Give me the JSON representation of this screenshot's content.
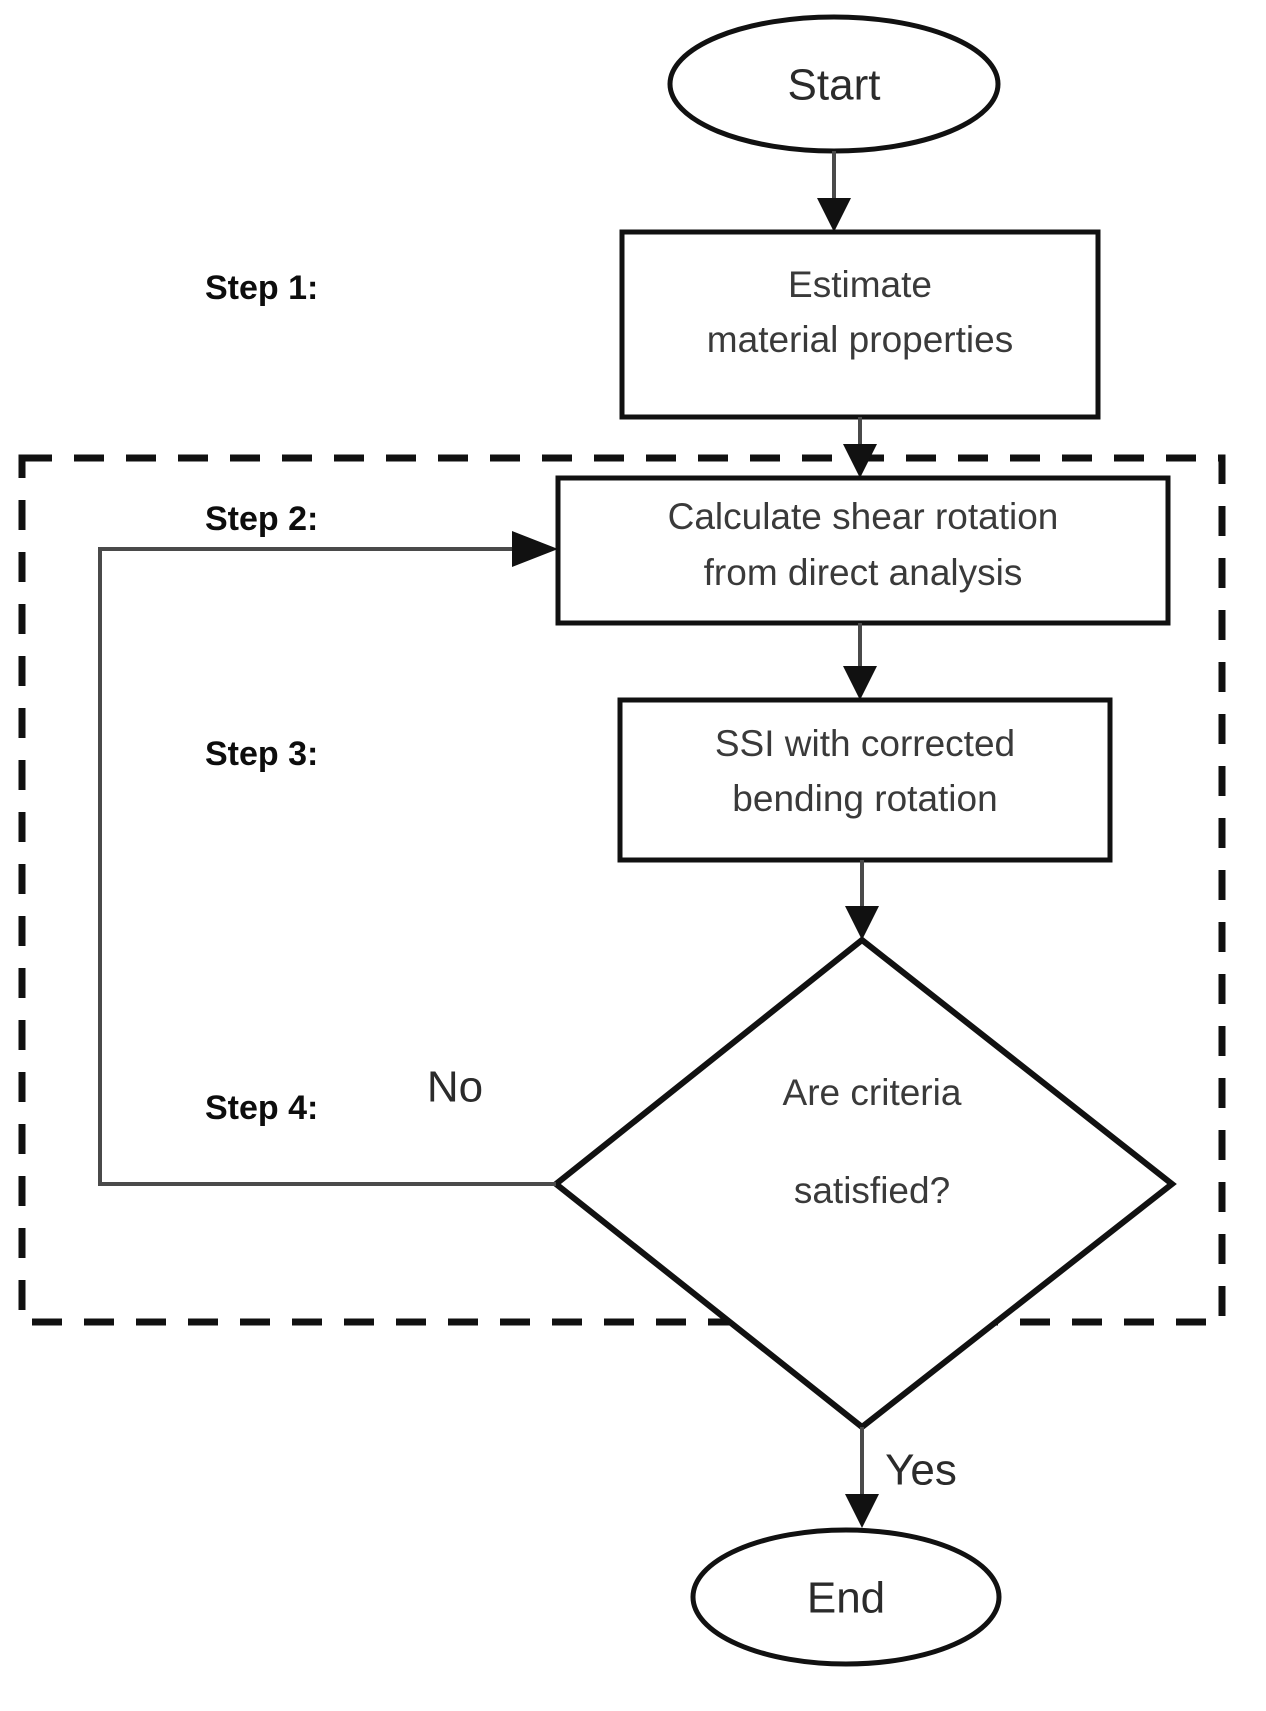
{
  "diagram": {
    "title": "Iterative SSI analysis procedure flowchart",
    "type": "flowchart",
    "background_color": "#ffffff",
    "line_color": "#111111",
    "text_color": "#3a3a3a"
  },
  "nodes": {
    "start": {
      "shape": "ellipse",
      "label": "Start"
    },
    "step1_box": {
      "shape": "rectangle",
      "line1": "Estimate",
      "line2": "material properties"
    },
    "step2_box": {
      "shape": "rectangle",
      "line1": "Calculate shear rotation",
      "line2": "from direct analysis"
    },
    "step3_box": {
      "shape": "rectangle",
      "line1": "SSI with corrected",
      "line2": "bending rotation"
    },
    "decision": {
      "shape": "diamond",
      "line1": "Are criteria",
      "line2": "satisfied?"
    },
    "end": {
      "shape": "ellipse",
      "label": "End"
    }
  },
  "step_labels": [
    {
      "id": "step-1",
      "text": "Step 1:"
    },
    {
      "id": "step-2",
      "text": "Step 2:"
    },
    {
      "id": "step-3",
      "text": "Step 3:"
    },
    {
      "id": "step-4",
      "text": "Step 4:"
    }
  ],
  "edge_labels": [
    {
      "id": "no-branch",
      "text": "No"
    },
    {
      "id": "yes-branch",
      "text": "Yes"
    }
  ],
  "group": {
    "style": "dashed-rectangle",
    "encloses": [
      "step2_box",
      "step3_box",
      "decision",
      "no-branch-feedback-loop"
    ]
  }
}
